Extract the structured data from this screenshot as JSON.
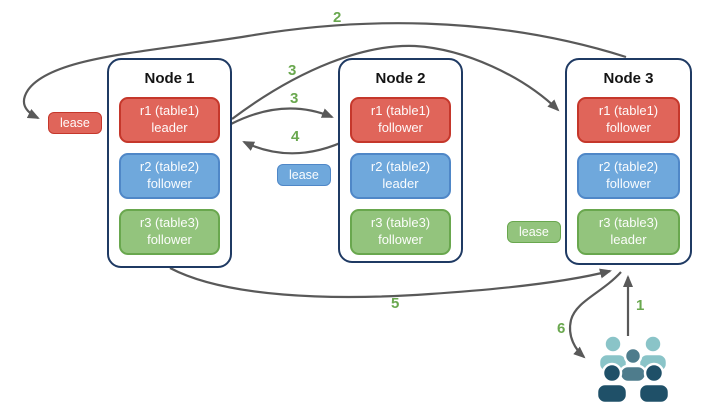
{
  "nodes": [
    {
      "title": "Node 1",
      "replicas": [
        {
          "name": "r1 (table1)",
          "role": "leader",
          "color": "red"
        },
        {
          "name": "r2 (table2)",
          "role": "follower",
          "color": "blue"
        },
        {
          "name": "r3 (table3)",
          "role": "follower",
          "color": "green"
        }
      ]
    },
    {
      "title": "Node 2",
      "replicas": [
        {
          "name": "r1 (table1)",
          "role": "follower",
          "color": "red"
        },
        {
          "name": "r2 (table2)",
          "role": "leader",
          "color": "blue"
        },
        {
          "name": "r3 (table3)",
          "role": "follower",
          "color": "green"
        }
      ]
    },
    {
      "title": "Node 3",
      "replicas": [
        {
          "name": "r1 (table1)",
          "role": "follower",
          "color": "red"
        },
        {
          "name": "r2 (table2)",
          "role": "follower",
          "color": "blue"
        },
        {
          "name": "r3 (table3)",
          "role": "leader",
          "color": "green"
        }
      ]
    }
  ],
  "leases": [
    {
      "label": "lease",
      "color": "red"
    },
    {
      "label": "lease",
      "color": "blue"
    },
    {
      "label": "lease",
      "color": "green"
    }
  ],
  "step_labels": [
    "1",
    "2",
    "3",
    "3",
    "4",
    "5",
    "6"
  ],
  "icons": {
    "clients": "users-group-icon"
  },
  "colors": {
    "red_fill": "#E0655A",
    "red_border": "#C5372B",
    "blue_fill": "#6FA8DC",
    "blue_border": "#4F87C7",
    "green_fill": "#93C47D",
    "green_border": "#69A74E",
    "node_border": "#1F3A63",
    "arrow": "#595959",
    "step_label": "#6AA84F",
    "users_light": "#8AC4C8",
    "users_mid": "#4E7C8C",
    "users_dark": "#1F5068"
  }
}
